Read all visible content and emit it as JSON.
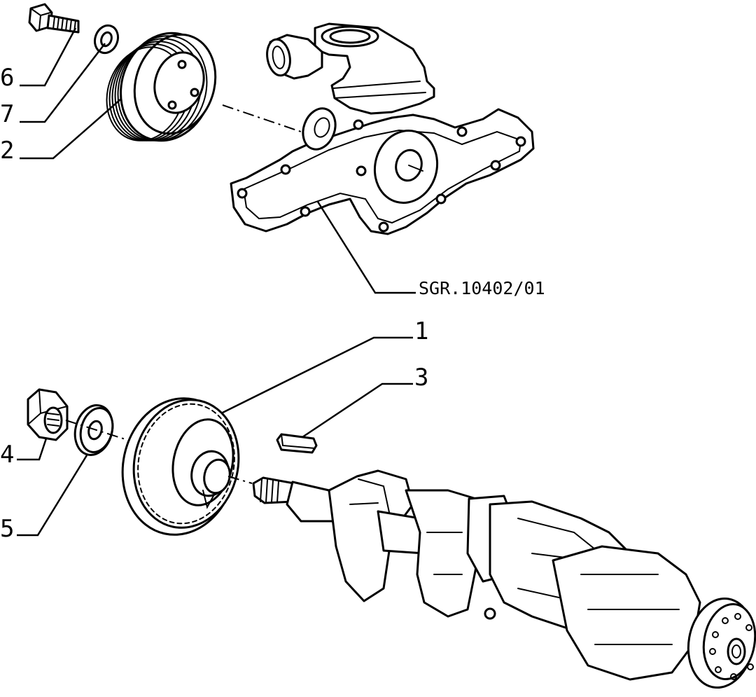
{
  "diagram": {
    "reference_code": "SGR.10402/01",
    "callouts": {
      "p1": "1",
      "p2": "2",
      "p3": "3",
      "p4": "4",
      "p5": "5",
      "p6": "6",
      "p7": "7"
    }
  },
  "colors": {
    "line": "#000000",
    "background": "#ffffff"
  }
}
